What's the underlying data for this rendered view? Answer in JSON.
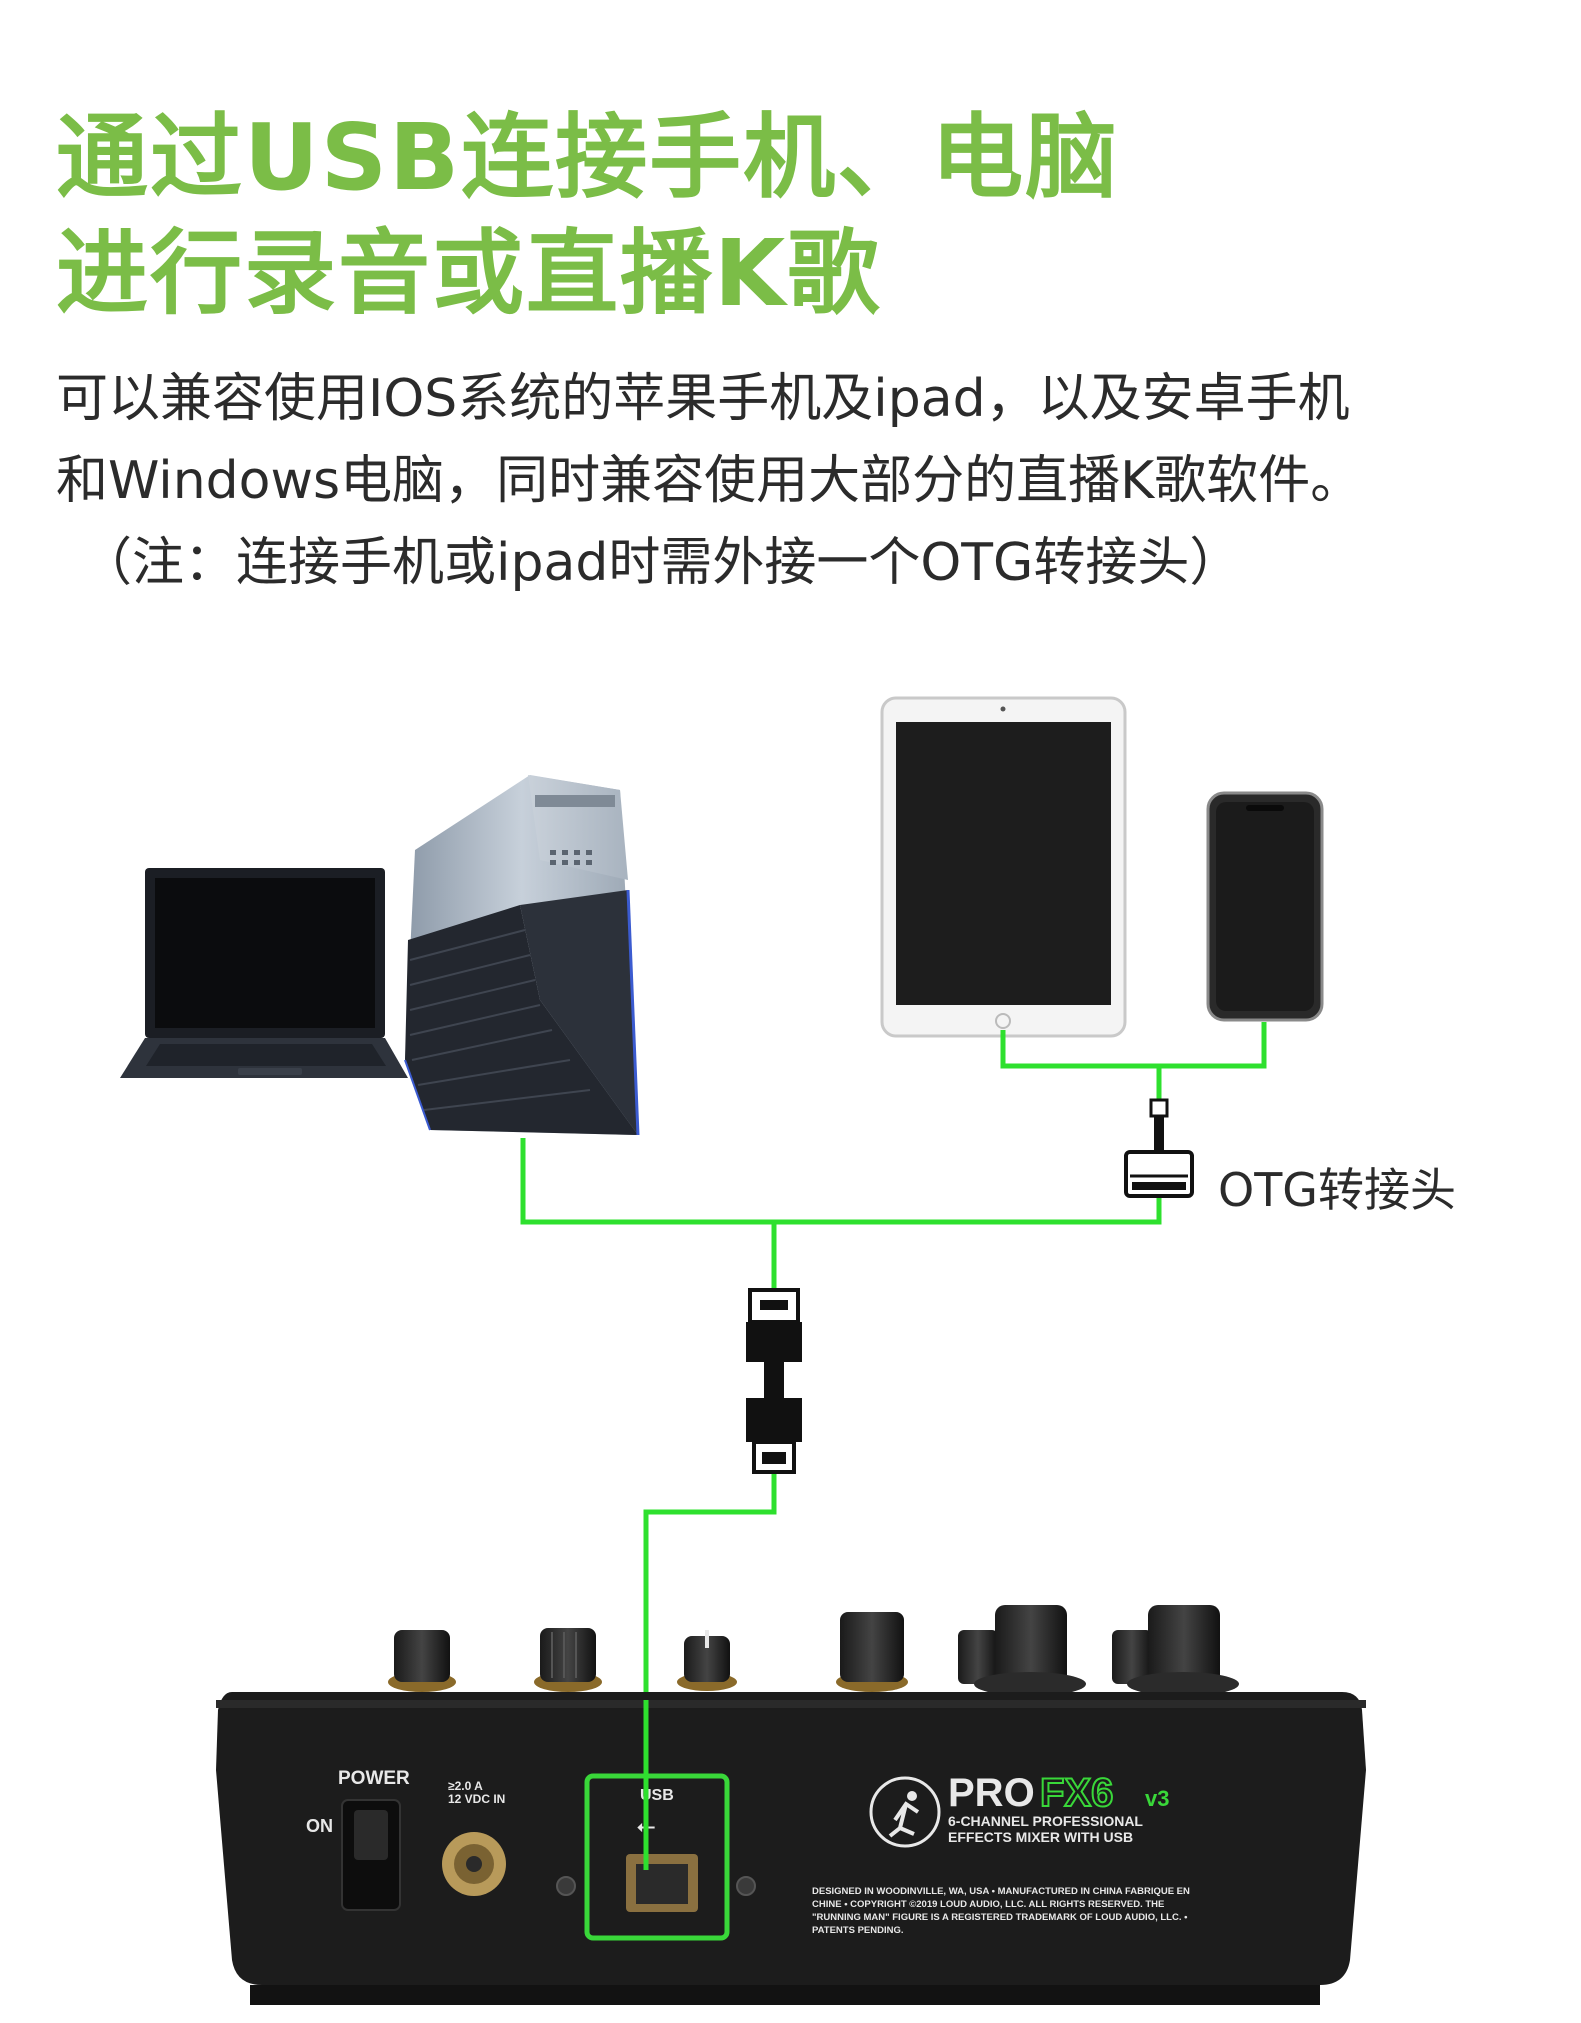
{
  "headline": {
    "line1": "通过USB连接手机、电脑",
    "line2": "进行录音或直播K歌"
  },
  "description": {
    "line1": "可以兼容使用IOS系统的苹果手机及ipad，以及安卓手机",
    "line2": "和Windows电脑，同时兼容使用大部分的直播K歌软件。",
    "note": "（注：连接手机或ipad时需外接一个OTG转接头）"
  },
  "diagram": {
    "otg_label": "OTG转接头",
    "cable_color": "#2ee02e",
    "highlight_color": "#39d739",
    "devices": [
      "laptop",
      "desktop-tower",
      "tablet",
      "smartphone",
      "usb-cable",
      "mixer"
    ]
  },
  "mixer": {
    "power_label": "POWER",
    "on_label": "ON",
    "dc_line1": "≥2.0 A",
    "dc_line2": "12 VDC IN",
    "usb_label": "USB",
    "brand_pro": "PRO",
    "brand_fx": "FX6",
    "brand_ver": "v3",
    "sub1": "6-CHANNEL PROFESSIONAL",
    "sub2": "EFFECTS MIXER WITH USB",
    "legal1": "DESIGNED IN WOODINVILLE, WA, USA • MANUFACTURED IN CHINA FABRIQUE EN",
    "legal2": "CHINE • COPYRIGHT ©2019 LOUD AUDIO, LLC. ALL RIGHTS RESERVED. THE",
    "legal3": "\"RUNNING MAN\" FIGURE IS A REGISTERED TRADEMARK OF LOUD AUDIO, LLC. •",
    "legal4": "PATENTS PENDING."
  }
}
